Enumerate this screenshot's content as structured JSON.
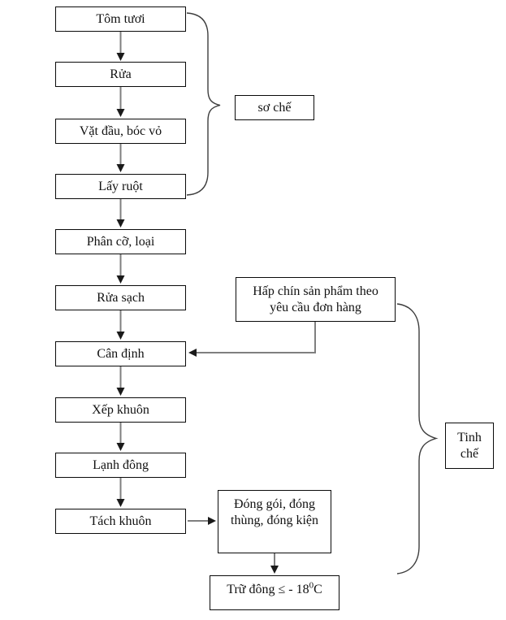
{
  "diagram": {
    "kind": "flowchart",
    "language": "vi",
    "main_flow": [
      {
        "label": "Tôm tươi"
      },
      {
        "label": "Rửa"
      },
      {
        "label": "Vặt đầu, bóc vỏ"
      },
      {
        "label": "Lấy ruột"
      },
      {
        "label": "Phân cỡ, loại"
      },
      {
        "label": "Rửa sạch"
      },
      {
        "label": "Cân định"
      },
      {
        "label": "Xếp khuôn"
      },
      {
        "label": "Lạnh đông"
      },
      {
        "label": "Tách khuôn"
      }
    ],
    "side_boxes": {
      "so_che": {
        "label": "sơ chế"
      },
      "hap_chin": {
        "line1": "Hấp chín sản phẩm theo",
        "line2": "yêu cầu đơn hàng"
      },
      "dong_goi": {
        "line1": "Đóng gói, đóng",
        "line2": "thùng, đóng kiện"
      },
      "tru_dong": {
        "text_main": "Trữ đông ≤ - 18",
        "sup": "0",
        "unit": "C"
      },
      "tinh_che": {
        "line1": "Tinh",
        "line2": "chế"
      }
    },
    "groups": [
      {
        "brace": "small",
        "covers": [
          "Tôm tươi",
          "Rửa",
          "Vặt đầu, bóc vỏ",
          "Lấy ruột"
        ],
        "label": "sơ chế"
      },
      {
        "brace": "large",
        "covers": [
          "Hấp chín sản phẩm theo yêu cầu đơn hàng",
          "Cân định",
          "Xếp khuôn",
          "Lạnh đông",
          "Tách khuôn",
          "Đóng gói, đóng thùng, đóng kiện",
          "Trữ đông ≤ - 18⁰C"
        ],
        "label": "Tinh chế"
      }
    ],
    "colors": {
      "background": "#ffffff",
      "box_border": "#0a0a0a",
      "text": "#111111",
      "arrow_shaft": "#7f7f7f",
      "arrow_head": "#1a1a1a",
      "brace_stroke": "#3d3d3d"
    }
  }
}
